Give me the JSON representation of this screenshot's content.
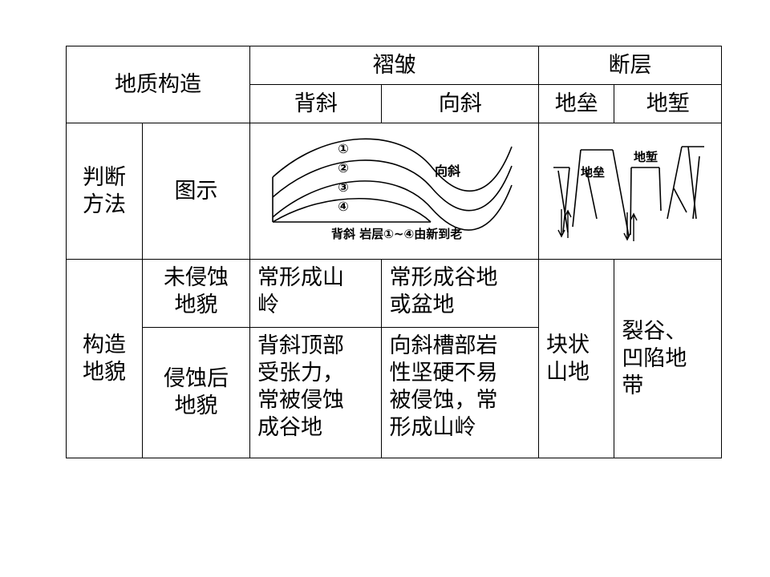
{
  "header": {
    "geo_structure": "地质构造",
    "fold": "褶皱",
    "fault": "断层",
    "anticline": "背斜",
    "syncline": "向斜",
    "horst": "地垒",
    "graben": "地堑"
  },
  "row_judge": {
    "label": "判断\n方法",
    "sub_label": "图示",
    "fold_diagram": {
      "layers": [
        "①",
        "②",
        "③",
        "④"
      ],
      "syncline_label": "向斜",
      "caption": "背斜 岩层①~④由新到老"
    },
    "fault_diagram": {
      "horst_label": "地垒",
      "graben_label": "地堑"
    }
  },
  "row_landform": {
    "label": "构造\n地貌",
    "uneroded": {
      "label": "未侵蚀\n地貌",
      "anticline": "常形成山\n岭",
      "syncline": "常形成谷地\n或盆地"
    },
    "eroded": {
      "label": "侵蚀后\n地貌",
      "anticline": "背斜顶部\n受张力，\n常被侵蚀\n成谷地",
      "syncline": "向斜槽部岩\n性坚硬不易\n被侵蚀，常\n形成山岭"
    },
    "horst": "块状\n山地",
    "graben": "裂谷、\n凹陷地\n带"
  }
}
